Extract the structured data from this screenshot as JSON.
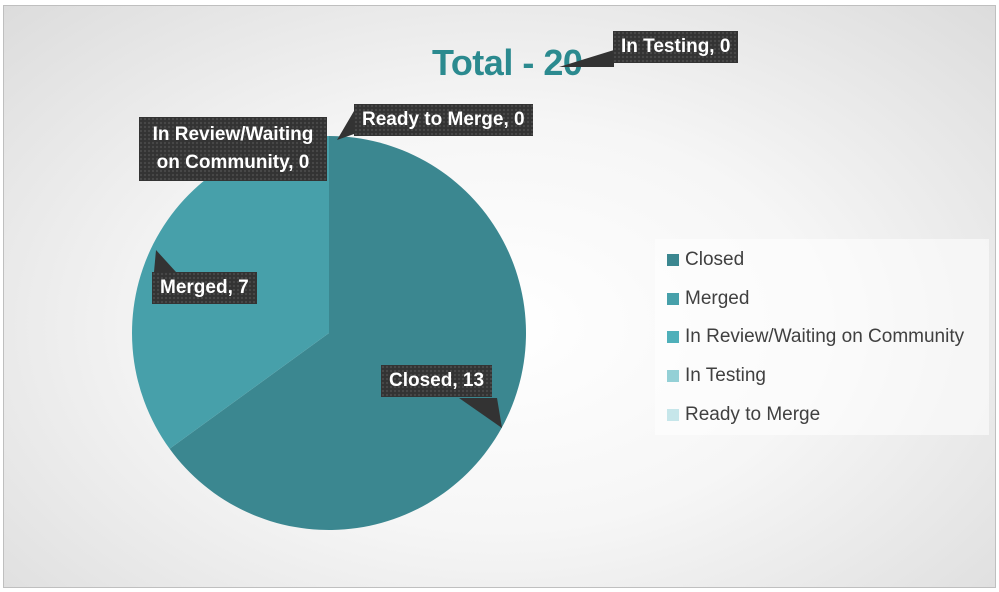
{
  "chart_data": {
    "type": "pie",
    "title": "Total - 20",
    "categories": [
      "Closed",
      "Merged",
      "In Review/Waiting on Community",
      "In Testing",
      "Ready to Merge"
    ],
    "values": [
      13,
      7,
      0,
      0,
      0
    ],
    "colors": [
      "#3b8790",
      "#47a0aa",
      "#4fb0ba",
      "#94d0d6",
      "#c6e6ea"
    ],
    "data_labels": [
      "Closed, 13",
      "Merged, 7",
      "In Review/Waiting on Community, 0",
      "In Testing, 0",
      "Ready to Merge, 0"
    ],
    "legend_placement": "right"
  }
}
